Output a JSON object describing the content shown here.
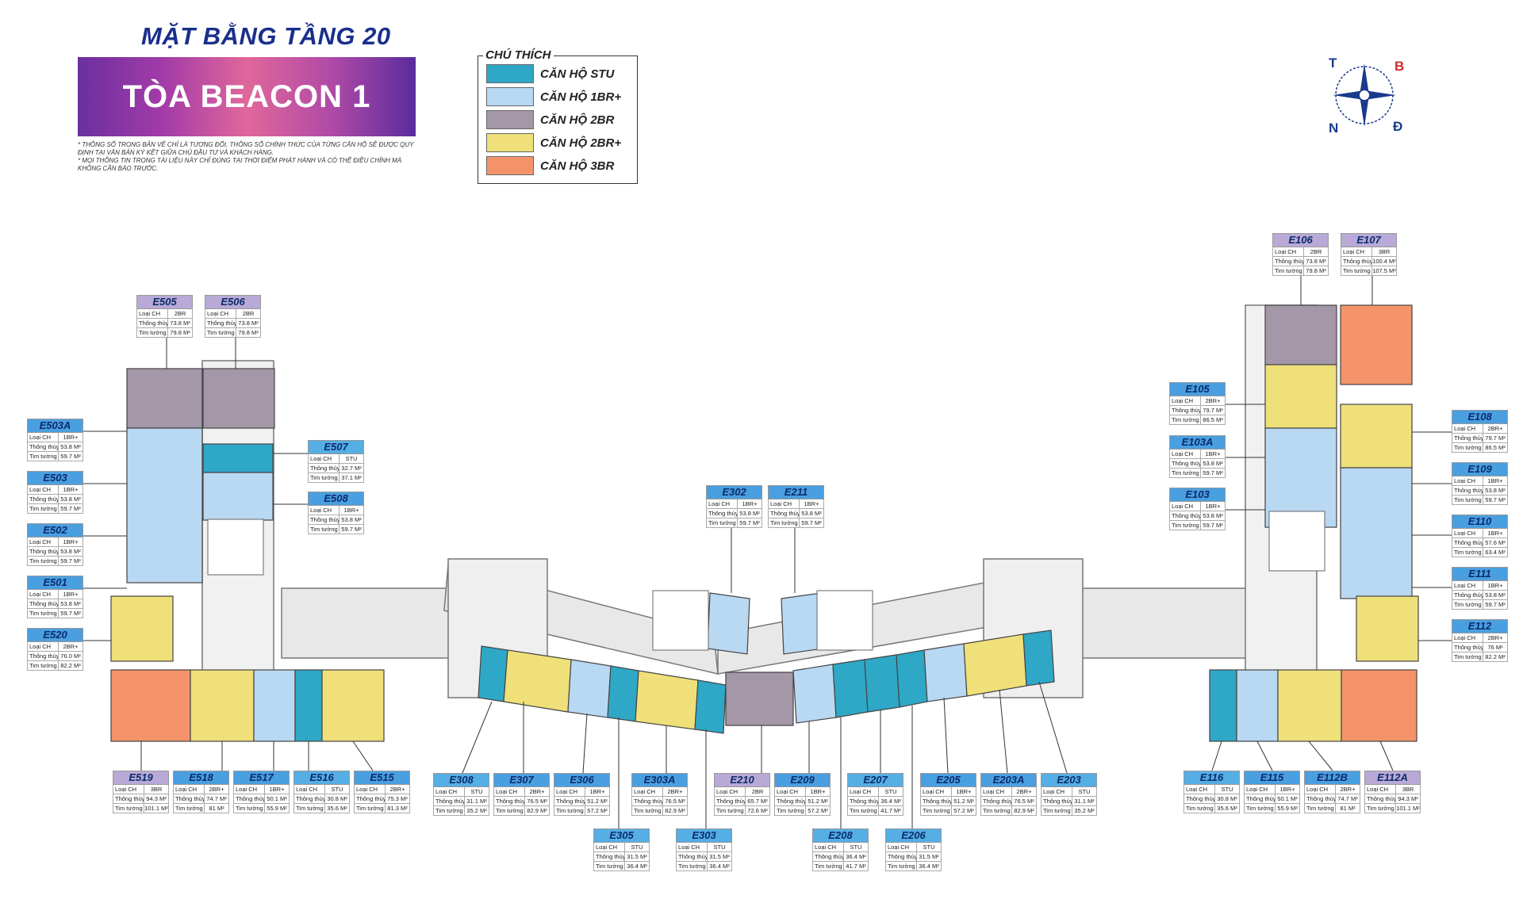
{
  "header": {
    "title": "MẶT BẰNG TẦNG 20",
    "building": "TÒA BEACON 1",
    "notes": [
      "* THÔNG SỐ TRONG BẢN VẼ CHỈ LÀ TƯƠNG ĐỐI, THÔNG SỐ CHÍNH THỨC CỦA TỪNG CĂN HỘ SẼ ĐƯỢC QUY ĐỊNH TẠI VĂN BẢN KÝ KẾT GIỮA CHỦ ĐẦU TƯ VÀ KHÁCH HÀNG.",
      "* MỌI THÔNG TIN TRONG TÀI LIỆU NÀY CHỈ ĐÚNG TẠI THỜI ĐIỂM PHÁT HÀNH VÀ CÓ THỂ ĐIỀU CHỈNH MÀ KHÔNG CẦN BÁO TRƯỚC."
    ]
  },
  "legend": {
    "title": "CHÚ THÍCH",
    "items": [
      {
        "label": "CĂN HỘ STU",
        "color": "#2fa7c6"
      },
      {
        "label": "CĂN HỘ 1BR+",
        "color": "#b9d8f2"
      },
      {
        "label": "CĂN HỘ 2BR",
        "color": "#a497a8"
      },
      {
        "label": "CĂN HỘ 2BR+",
        "color": "#efe07a"
      },
      {
        "label": "CĂN HỘ 3BR",
        "color": "#f4936a"
      }
    ]
  },
  "compass": {
    "labels": {
      "t": "T",
      "b": "B",
      "n": "N",
      "d": "Đ"
    }
  },
  "field_labels": {
    "type": "Loại CH",
    "net": "Thông thủy",
    "gross": "Tim tường"
  },
  "units": [
    {
      "id": "E505",
      "type": "2BR",
      "net": "73.8 M²",
      "gross": "79.8 M²"
    },
    {
      "id": "E506",
      "type": "2BR",
      "net": "73.8 M²",
      "gross": "79.8 M²"
    },
    {
      "id": "E503A",
      "type": "1BR+",
      "net": "53.8 M²",
      "gross": "59.7 M²"
    },
    {
      "id": "E503",
      "type": "1BR+",
      "net": "53.8 M²",
      "gross": "59.7 M²"
    },
    {
      "id": "E502",
      "type": "1BR+",
      "net": "53.8 M²",
      "gross": "59.7 M²"
    },
    {
      "id": "E501",
      "type": "1BR+",
      "net": "53.8 M²",
      "gross": "59.7 M²"
    },
    {
      "id": "E520",
      "type": "2BR+",
      "net": "76.0 M²",
      "gross": "82.2 M²"
    },
    {
      "id": "E507",
      "type": "STU",
      "net": "32.7 M²",
      "gross": "37.1 M²"
    },
    {
      "id": "E508",
      "type": "1BR+",
      "net": "53.8 M²",
      "gross": "59.7 M²"
    },
    {
      "id": "E519",
      "type": "3BR",
      "net": "94.3 M²",
      "gross": "101.1 M²"
    },
    {
      "id": "E518",
      "type": "2BR+",
      "net": "74.7 M²",
      "gross": "81 M²"
    },
    {
      "id": "E517",
      "type": "1BR+",
      "net": "50.1 M²",
      "gross": "55.9 M²"
    },
    {
      "id": "E516",
      "type": "STU",
      "net": "30.8 M²",
      "gross": "35.6 M²"
    },
    {
      "id": "E515",
      "type": "2BR+",
      "net": "75.3 M²",
      "gross": "81.3 M²"
    },
    {
      "id": "E302",
      "type": "1BR+",
      "net": "53.8 M²",
      "gross": "59.7 M²"
    },
    {
      "id": "E211",
      "type": "1BR+",
      "net": "53.8 M²",
      "gross": "59.7 M²"
    },
    {
      "id": "E308",
      "type": "STU",
      "net": "31.1 M²",
      "gross": "35.2 M²"
    },
    {
      "id": "E307",
      "type": "2BR+",
      "net": "76.5 M²",
      "gross": "82.9 M²"
    },
    {
      "id": "E306",
      "type": "1BR+",
      "net": "51.2 M²",
      "gross": "57.2 M²"
    },
    {
      "id": "E303A",
      "type": "2BR+",
      "net": "76.5 M²",
      "gross": "82.9 M²"
    },
    {
      "id": "E210",
      "type": "2BR",
      "net": "65.7 M²",
      "gross": "72.6 M²"
    },
    {
      "id": "E209",
      "type": "1BR+",
      "net": "51.2 M²",
      "gross": "57.2 M²"
    },
    {
      "id": "E207",
      "type": "STU",
      "net": "36.4 M²",
      "gross": "41.7 M²"
    },
    {
      "id": "E205",
      "type": "1BR+",
      "net": "51.2 M²",
      "gross": "57.2 M²"
    },
    {
      "id": "E203A",
      "type": "2BR+",
      "net": "76.5 M²",
      "gross": "82.9 M²"
    },
    {
      "id": "E203",
      "type": "STU",
      "net": "31.1 M²",
      "gross": "35.2 M²"
    },
    {
      "id": "E305",
      "type": "STU",
      "net": "31.5 M²",
      "gross": "36.4 M²"
    },
    {
      "id": "E303",
      "type": "STU",
      "net": "31.5 M²",
      "gross": "36.4 M²"
    },
    {
      "id": "E208",
      "type": "STU",
      "net": "36.4 M²",
      "gross": "41.7 M²"
    },
    {
      "id": "E206",
      "type": "STU",
      "net": "31.5 M²",
      "gross": "36.4 M²"
    },
    {
      "id": "E106",
      "type": "2BR",
      "net": "73.8 M²",
      "gross": "79.8 M²"
    },
    {
      "id": "E107",
      "type": "3BR",
      "net": "100.4 M²",
      "gross": "107.5 M²"
    },
    {
      "id": "E105",
      "type": "2BR+",
      "net": "79.7 M²",
      "gross": "86.5 M²"
    },
    {
      "id": "E103A",
      "type": "1BR+",
      "net": "53.8 M²",
      "gross": "59.7 M²"
    },
    {
      "id": "E103",
      "type": "1BR+",
      "net": "53.8 M²",
      "gross": "59.7 M²"
    },
    {
      "id": "E108",
      "type": "2BR+",
      "net": "79.7 M²",
      "gross": "86.5 M²"
    },
    {
      "id": "E109",
      "type": "1BR+",
      "net": "53.8 M²",
      "gross": "59.7 M²"
    },
    {
      "id": "E110",
      "type": "1BR+",
      "net": "57.6 M²",
      "gross": "63.4 M²"
    },
    {
      "id": "E111",
      "type": "1BR+",
      "net": "53.8 M²",
      "gross": "59.7 M²"
    },
    {
      "id": "E112",
      "type": "2BR+",
      "net": "76 M²",
      "gross": "82.2 M²"
    },
    {
      "id": "E116",
      "type": "STU",
      "net": "30.8 M²",
      "gross": "35.6 M²"
    },
    {
      "id": "E115",
      "type": "1BR+",
      "net": "50.1 M²",
      "gross": "55.9 M²"
    },
    {
      "id": "E112B",
      "type": "2BR+",
      "net": "74.7 M²",
      "gross": "81 M²"
    },
    {
      "id": "E112A",
      "type": "3BR",
      "net": "94.3 M²",
      "gross": "101.1 M²"
    }
  ]
}
